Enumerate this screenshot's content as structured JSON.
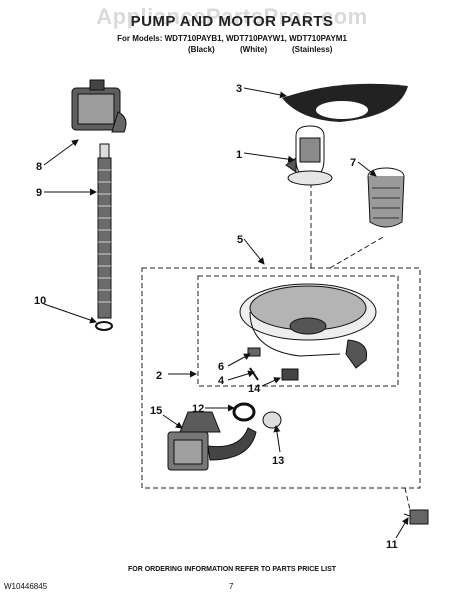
{
  "header": {
    "watermark": "AppliancePartsPros.com",
    "title": "PUMP AND MOTOR PARTS",
    "models_line": "For Models: WDT710PAYB1, WDT710PAYW1, WDT710PAYM1",
    "variants": [
      "(Black)",
      "(White)",
      "(Stainless)"
    ]
  },
  "callouts": [
    "1",
    "2",
    "3",
    "4",
    "5",
    "6",
    "7",
    "8",
    "9",
    "10",
    "11",
    "12",
    "13",
    "14",
    "15"
  ],
  "footer": {
    "ordering_note": "FOR ORDERING INFORMATION REFER TO PARTS PRICE LIST",
    "doc_number": "W10446845",
    "page_number": "7"
  },
  "colors": {
    "ink": "#111111",
    "shading": "#6b6b6b",
    "watermark": "#969696"
  }
}
